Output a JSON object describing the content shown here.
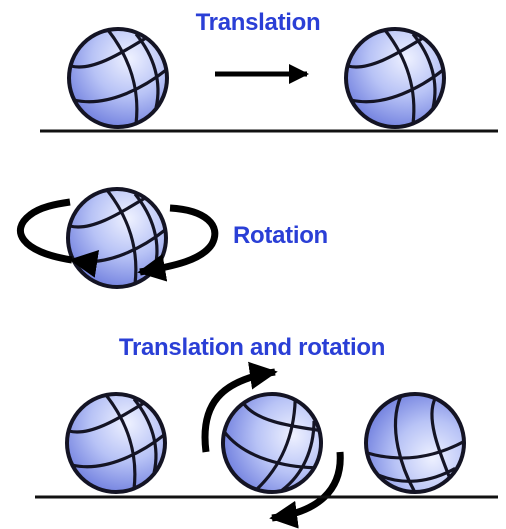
{
  "panels": {
    "translation": {
      "label": "Translation"
    },
    "rotation": {
      "label": "Rotation"
    },
    "translation_and_rotation": {
      "label": "Translation and rotation"
    }
  },
  "colors": {
    "label_text": "#2a3fd6",
    "ball_fill_light": "#eef1ff",
    "ball_fill_dark": "#6f7fe0",
    "ball_seam": "#141424",
    "arrow": "#000000",
    "ground_line": "#111111",
    "background": "#ffffff"
  },
  "icons": {
    "ball": "basketball-icon",
    "straight_arrow": "arrow-right-icon",
    "curved_arrow": "curved-arrow-icon"
  }
}
